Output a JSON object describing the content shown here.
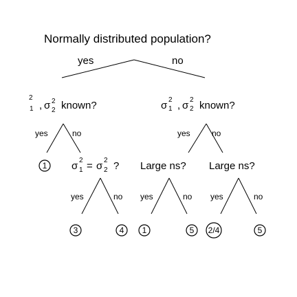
{
  "question": "Normally distributed population?",
  "branch_yes": "yes",
  "branch_no": "no",
  "left_known": {
    "sigma": "σ",
    "sub1": "1",
    "sub2": "2",
    "sup": "2",
    "sep": ",",
    "text": "known?"
  },
  "right_known": {
    "sigma": "σ",
    "sub1": "1",
    "sub2": "2",
    "sup": "2",
    "sep": ",",
    "text": "known?"
  },
  "equal_var": {
    "sigma": "σ",
    "sub1": "1",
    "sub2": "2",
    "sup": "2",
    "eq": "=",
    "q": "?"
  },
  "large_ns_1": "Large ns?",
  "large_ns_2": "Large ns?",
  "yes": "yes",
  "no": "no",
  "outcomes": {
    "o1_left": "1",
    "o3": "3",
    "o4": "4",
    "o1_mid": "1",
    "o5_mid": "5",
    "o24": "2/4",
    "o5_right": "5"
  }
}
